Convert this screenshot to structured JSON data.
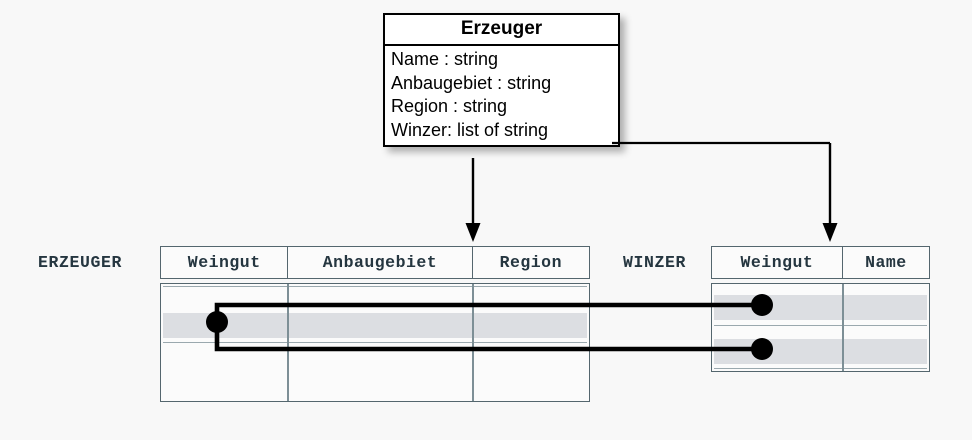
{
  "diagram": {
    "title_note": "UML class to relational tables mapping",
    "uml_class": {
      "name": "Erzeuger",
      "attributes": [
        "Name : string",
        "Anbaugebiet : string",
        "Region : string",
        "Winzer: list of string"
      ]
    },
    "tables": [
      {
        "label": "ERZEUGER",
        "columns": [
          "Weingut",
          "Anbaugebiet",
          "Region"
        ],
        "row_count": 4,
        "highlighted_rows": [
          2
        ]
      },
      {
        "label": "WINZER",
        "columns": [
          "Weingut",
          "Name"
        ],
        "row_count": 3,
        "highlighted_rows": [
          1,
          3
        ]
      }
    ],
    "connectors": {
      "arrow_to_erzeuger": "Erzeuger class maps to ERZEUGER table",
      "arrow_to_winzer": "Winzer attribute maps to WINZER table",
      "link_description": "one ERZEUGER row links to two WINZER rows"
    },
    "colors": {
      "box_border": "#000000",
      "box_fill": "#ffffff",
      "table_border": "#54666e",
      "table_fill": "#fbfbfb",
      "row_highlight": "#dcdee2",
      "label_text": "#253640",
      "link_line": "#000000",
      "background": "#f8f8f8"
    }
  }
}
